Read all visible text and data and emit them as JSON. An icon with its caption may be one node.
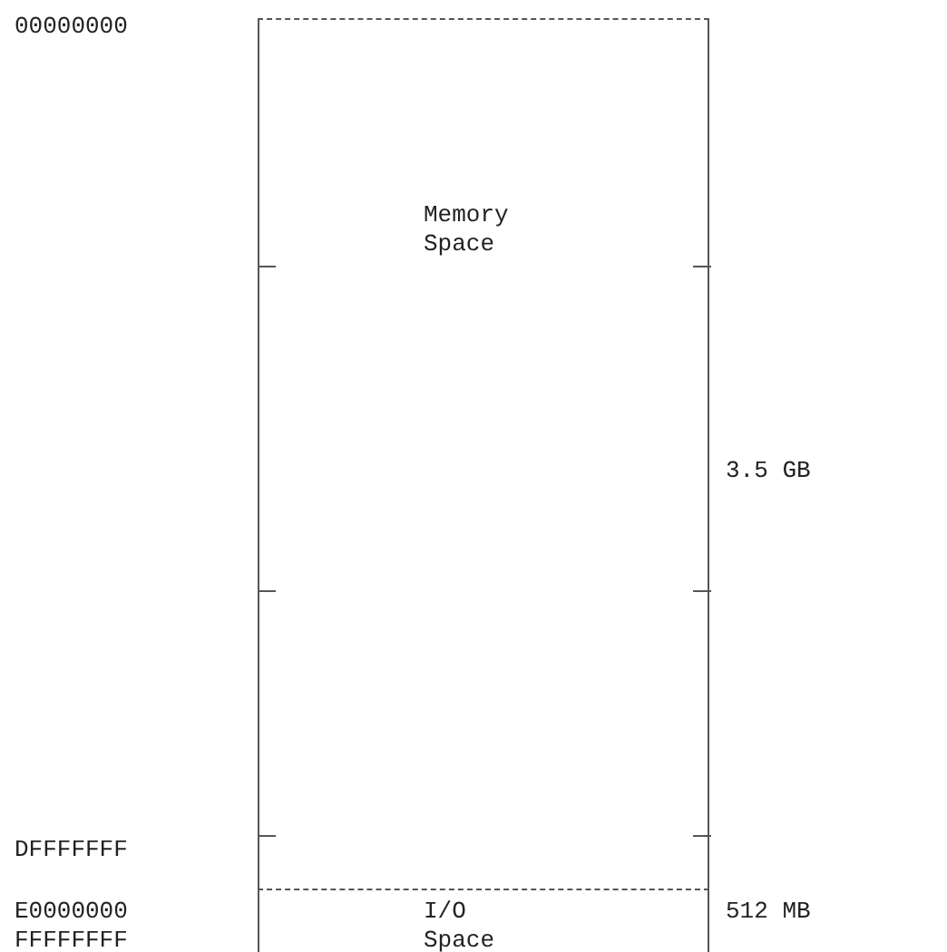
{
  "diagram": {
    "nodes": [
      {
        "text": [
          "Memory Space"
        ],
        "beside": [
          "3.5 GB"
        ]
      },
      {
        "text": [
          "I/O Space"
        ],
        "beside": [
          "512 MB"
        ]
      }
    ],
    "labels": [
      "00000000",
      "DFFFFFFF",
      "E0000000",
      "FFFFFFFF"
    ]
  }
}
